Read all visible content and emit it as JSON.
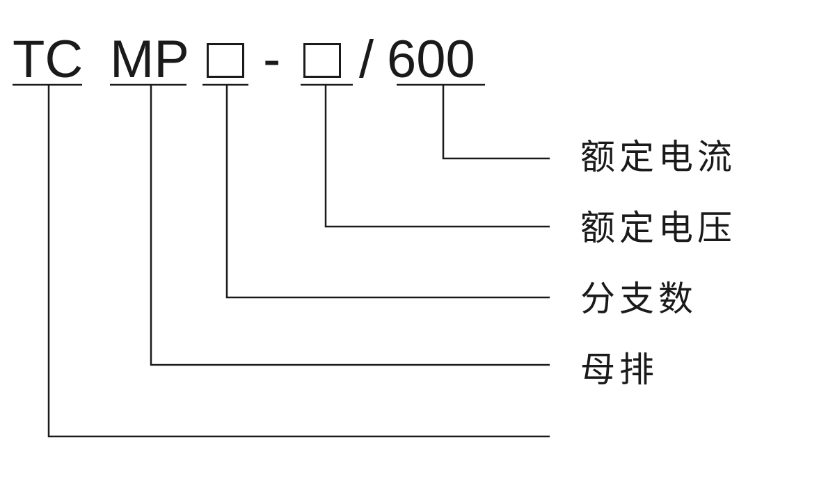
{
  "model_code": {
    "prefix": "TC",
    "busbar": "MP",
    "separator": "-",
    "slash": "/",
    "current": "600"
  },
  "labels": {
    "rated_current": "额定电流",
    "rated_voltage": "额定电压",
    "branch_count": "分支数",
    "busbar": "母排"
  },
  "colors": {
    "line": "#1a1a1a",
    "background": "#ffffff"
  }
}
